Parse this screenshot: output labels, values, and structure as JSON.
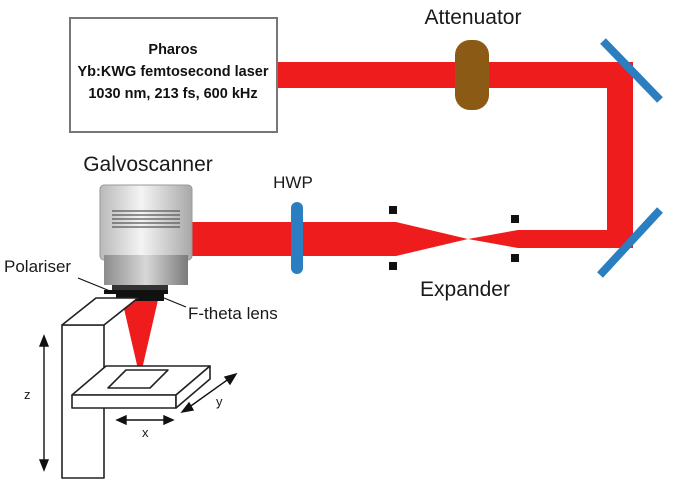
{
  "laser": {
    "name": "Pharos",
    "type": "Yb:KWG femtosecond laser",
    "specs": "1030 nm, 213 fs, 600 kHz"
  },
  "labels": {
    "attenuator": "Attenuator",
    "galvoscanner": "Galvoscanner",
    "hwp": "HWP",
    "expander": "Expander",
    "polariser": "Polariser",
    "ftheta": "F-theta lens"
  },
  "axes": {
    "z": "z",
    "x": "x",
    "y": "y"
  },
  "colors": {
    "beam": "#ee1c1c",
    "mirror": "#2b7fc0",
    "waveplate": "#2b7fc0",
    "attenuator": "#8b5a14",
    "box_border": "#777777"
  }
}
